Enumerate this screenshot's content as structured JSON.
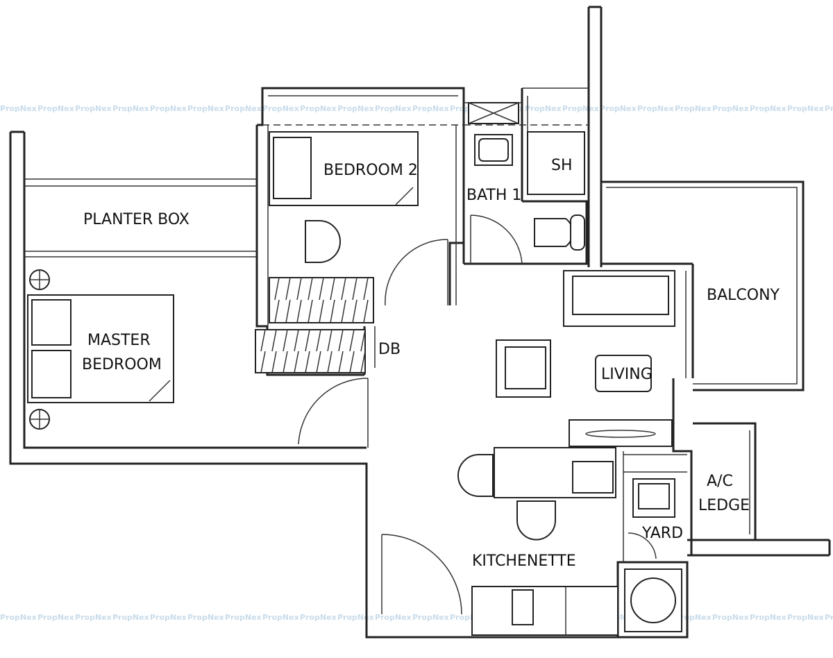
{
  "rooms": {
    "bedroom_2": "BEDROOM 2",
    "bath_1": "BATH 1",
    "shower": "SH",
    "planter_box": "PLANTER BOX",
    "master_line1": "MASTER",
    "master_line2": "BEDROOM",
    "wardrobe": "DB",
    "balcony": "BALCONY",
    "living": "LIVING",
    "ac_line1": "A/C",
    "ac_line2": "LEDGE",
    "yard": "YARD",
    "kitchenette": "KITCHENETTE"
  },
  "watermark": "PropNex",
  "colors": {
    "wall": "#222222",
    "watermark": "#c9dcea",
    "background": "#ffffff"
  }
}
